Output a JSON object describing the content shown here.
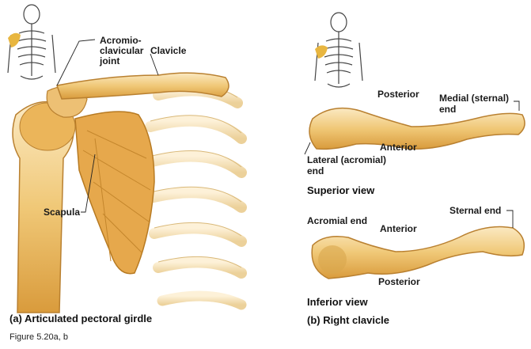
{
  "panel_a": {
    "labels": {
      "acromioclavicular_line1": "Acromio-",
      "acromioclavicular_line2": "clavicular",
      "acromioclavicular_line3": "joint",
      "clavicle": "Clavicle",
      "scapula": "Scapula"
    },
    "caption": "(a) Articulated pectoral girdle"
  },
  "panel_b": {
    "superior": {
      "posterior": "Posterior",
      "medial_line1": "Medial (sternal)",
      "medial_line2": "end",
      "anterior": "Anterior",
      "lateral_line1": "Lateral (acromial)",
      "lateral_line2": "end",
      "view": "Superior view"
    },
    "inferior": {
      "sternal_end": "Sternal end",
      "acromial_end": "Acromial end",
      "anterior": "Anterior",
      "posterior": "Posterior",
      "view": "Inferior view"
    },
    "caption": "(b) Right clavicle"
  },
  "figure_ref": "Figure 5.20a, b",
  "colors": {
    "bone_light": "#f4dda8",
    "bone_mid": "#e9b960",
    "bone_dark": "#c98a2a",
    "highlight": "#e8b640"
  }
}
